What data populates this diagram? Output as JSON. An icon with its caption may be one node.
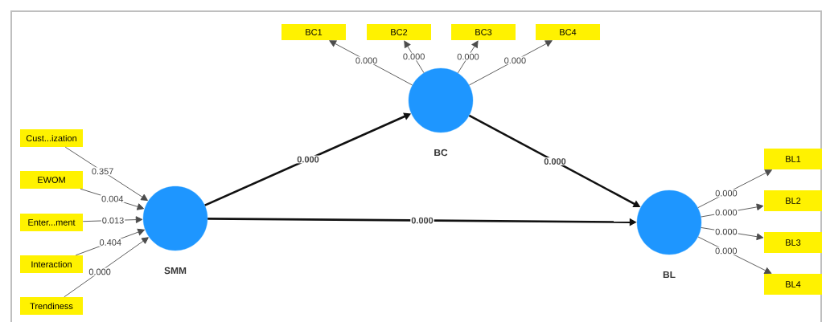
{
  "diagram": {
    "nodes": [
      {
        "text": [
          "Cust...ization"
        ]
      },
      {
        "text": [
          "EWOM"
        ]
      },
      {
        "text": [
          "Enter...ment"
        ]
      },
      {
        "text": [
          "Interaction"
        ]
      },
      {
        "text": [
          "Trendiness"
        ]
      },
      {
        "text": [
          "SMM"
        ]
      },
      {
        "text": [
          "BC"
        ]
      },
      {
        "text": [
          "BL"
        ]
      },
      {
        "text": [
          "BC1"
        ]
      },
      {
        "text": [
          "BC2"
        ]
      },
      {
        "text": [
          "BC3"
        ]
      },
      {
        "text": [
          "BC4"
        ]
      },
      {
        "text": [
          "BL1"
        ]
      },
      {
        "text": [
          "BL2"
        ]
      },
      {
        "text": [
          "BL3"
        ]
      },
      {
        "text": [
          "BL4"
        ]
      }
    ],
    "edges": [
      {
        "from": 0,
        "to": 5,
        "arrow": "to",
        "label": "0.357"
      },
      {
        "from": 1,
        "to": 5,
        "arrow": "to",
        "label": "0.004"
      },
      {
        "from": 2,
        "to": 5,
        "arrow": "to",
        "label": "0.013"
      },
      {
        "from": 3,
        "to": 5,
        "arrow": "to",
        "label": "0.404"
      },
      {
        "from": 4,
        "to": 5,
        "arrow": "to",
        "label": "0.000"
      },
      {
        "from": 6,
        "to": 8,
        "arrow": "to",
        "label": "0.000"
      },
      {
        "from": 6,
        "to": 9,
        "arrow": "to",
        "label": "0.000"
      },
      {
        "from": 6,
        "to": 10,
        "arrow": "to",
        "label": "0.000"
      },
      {
        "from": 6,
        "to": 11,
        "arrow": "to",
        "label": "0.000"
      },
      {
        "from": 7,
        "to": 12,
        "arrow": "to",
        "label": "0.000"
      },
      {
        "from": 7,
        "to": 13,
        "arrow": "to",
        "label": "0.000"
      },
      {
        "from": 7,
        "to": 14,
        "arrow": "to",
        "label": "0.000"
      },
      {
        "from": 7,
        "to": 15,
        "arrow": "to",
        "label": "0.000"
      },
      {
        "from": 5,
        "to": 6,
        "arrow": "to",
        "label": "0.000",
        "style": "thick",
        "color": "#111111"
      },
      {
        "from": 6,
        "to": 7,
        "arrow": "to",
        "label": "0.000",
        "style": "thick",
        "color": "#111111"
      },
      {
        "from": 5,
        "to": 7,
        "arrow": "to",
        "label": "0.000",
        "style": "thick",
        "color": "#111111"
      }
    ]
  }
}
